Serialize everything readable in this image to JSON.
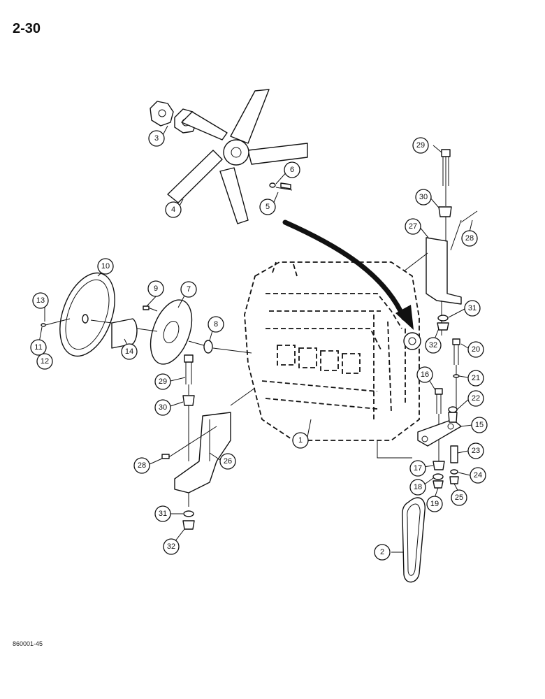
{
  "page_number": "2-30",
  "figure_code": "860001-45",
  "callouts": [
    "1",
    "2",
    "3",
    "4",
    "5",
    "6",
    "7",
    "8",
    "9",
    "10",
    "11",
    "12",
    "13",
    "14",
    "15",
    "16",
    "17",
    "18",
    "19",
    "20",
    "21",
    "22",
    "23",
    "24",
    "25",
    "26",
    "27",
    "28",
    "28",
    "29",
    "29",
    "30",
    "30",
    "31",
    "31",
    "32",
    "32"
  ]
}
